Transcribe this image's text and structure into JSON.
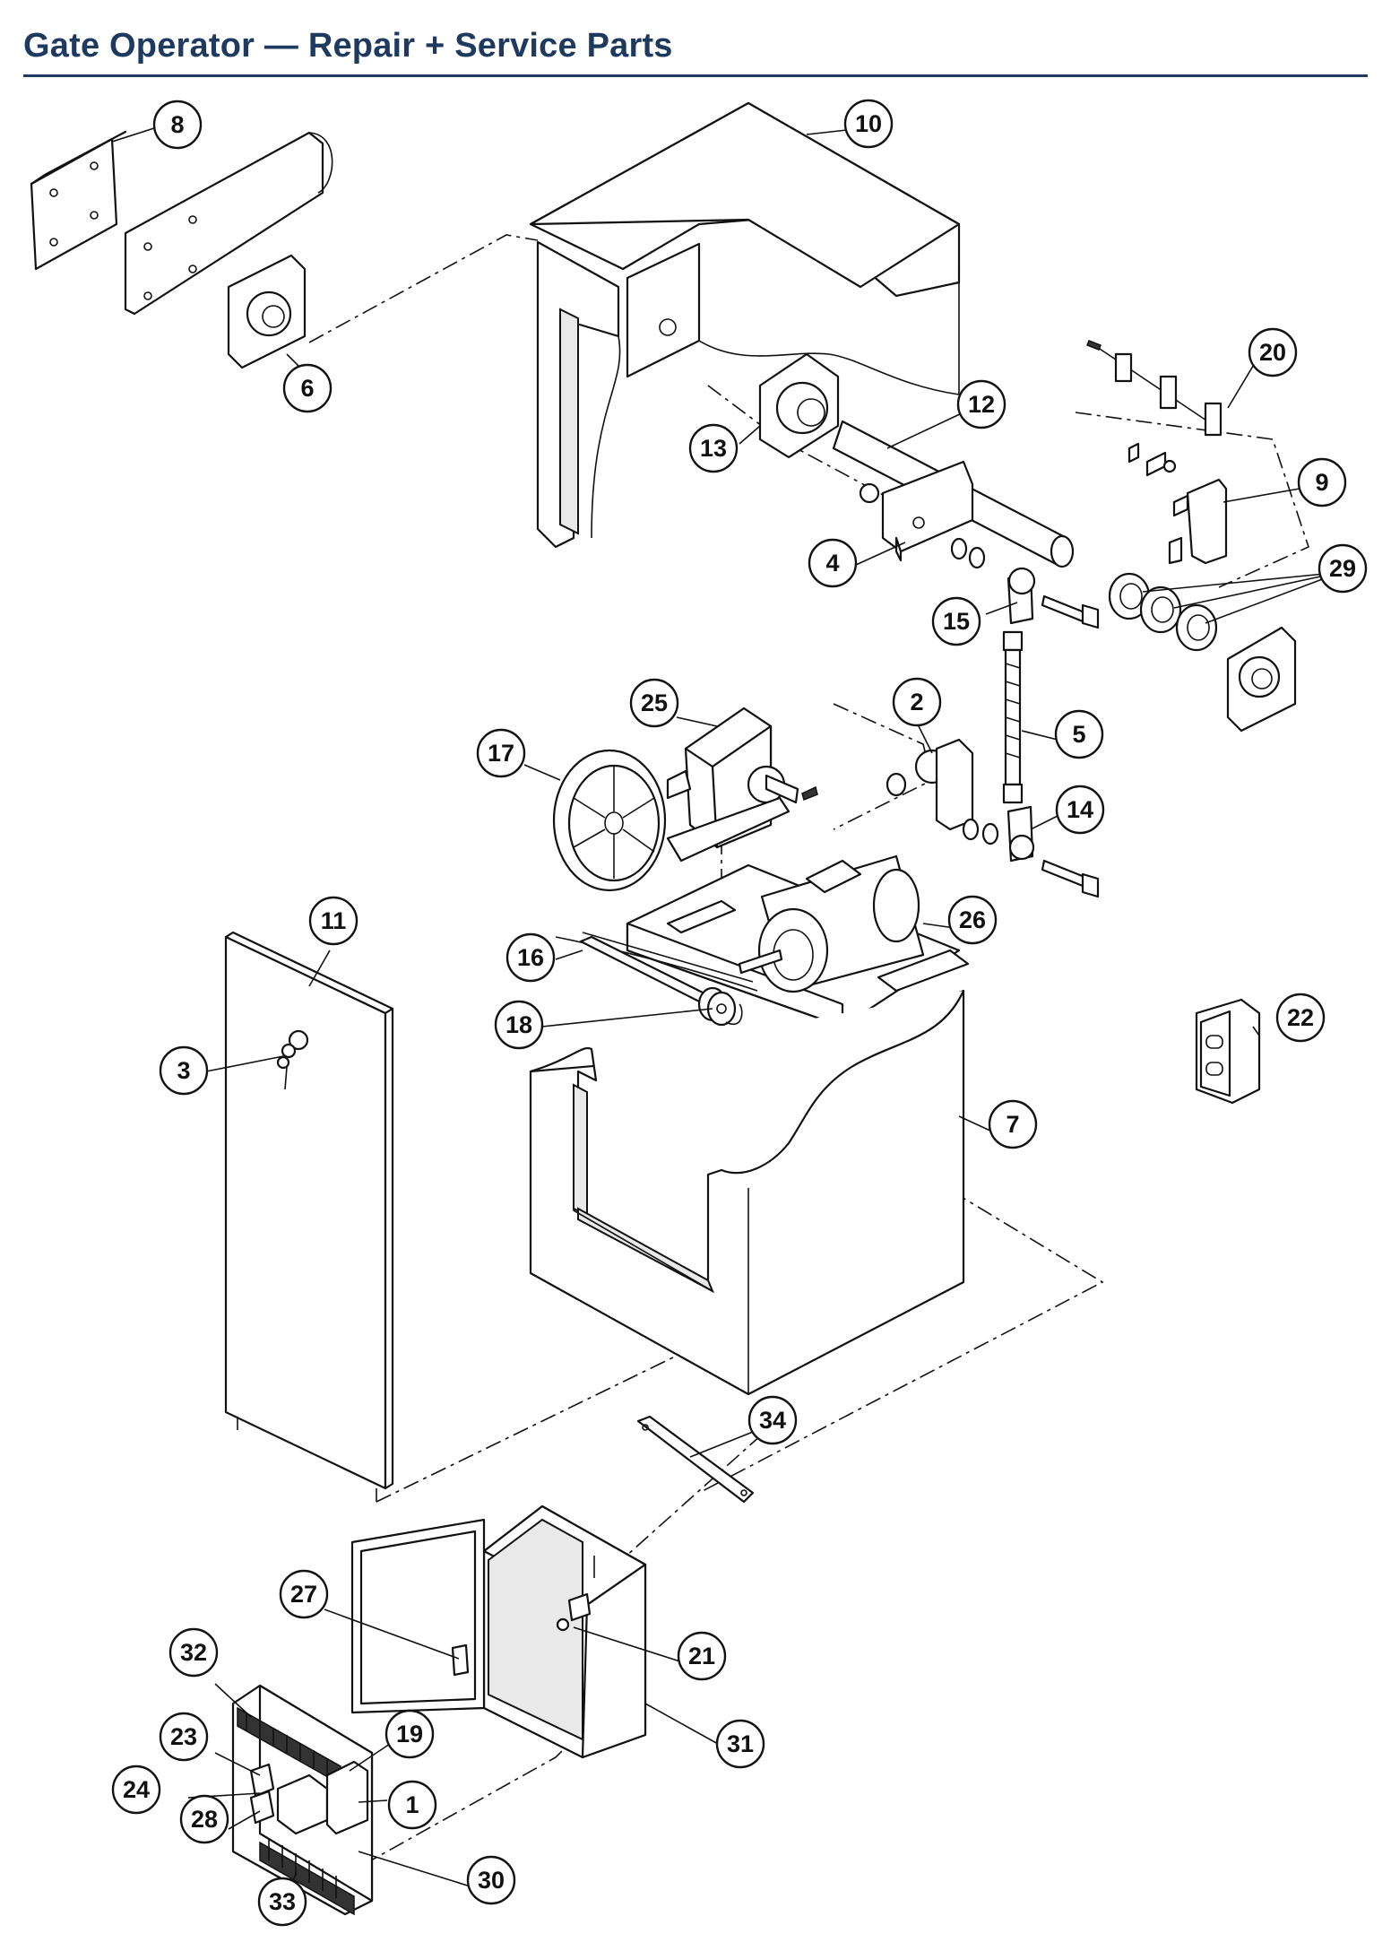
{
  "title": "Gate Operator — Repair + Service Parts",
  "callouts": [
    "1",
    "2",
    "3",
    "4",
    "5",
    "6",
    "7",
    "8",
    "9",
    "10",
    "11",
    "12",
    "13",
    "14",
    "15",
    "16",
    "17",
    "18",
    "19",
    "20",
    "21",
    "22",
    "23",
    "24",
    "25",
    "26",
    "27",
    "28",
    "29",
    "30",
    "31",
    "32",
    "33",
    "34"
  ]
}
